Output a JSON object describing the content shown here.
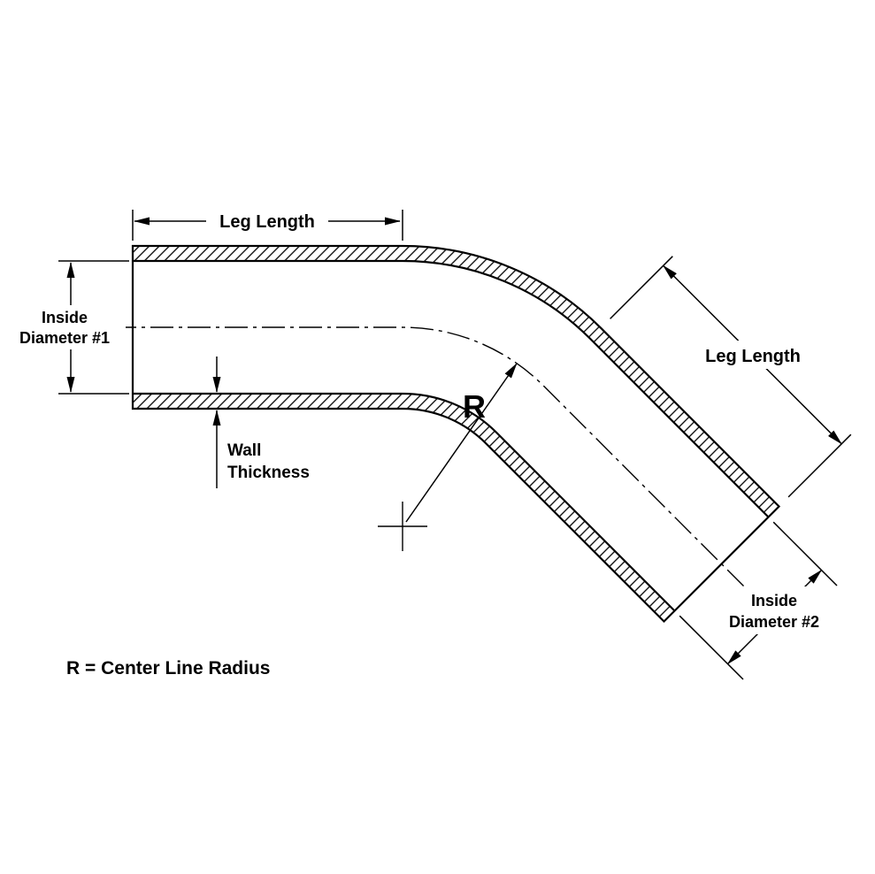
{
  "labels": {
    "leg_length_top": "Leg Length",
    "inside_diameter_1_line1": "Inside",
    "inside_diameter_1_line2": "Diameter #1",
    "wall_thickness_line1": "Wall",
    "wall_thickness_line2": "Thickness",
    "radius_symbol": "R",
    "leg_length_right": "Leg Length",
    "inside_diameter_2_line1": "Inside",
    "inside_diameter_2_line2": "Diameter #2",
    "legend": "R = Center Line Radius"
  },
  "colors": {
    "line": "#000000",
    "background": "#ffffff"
  }
}
